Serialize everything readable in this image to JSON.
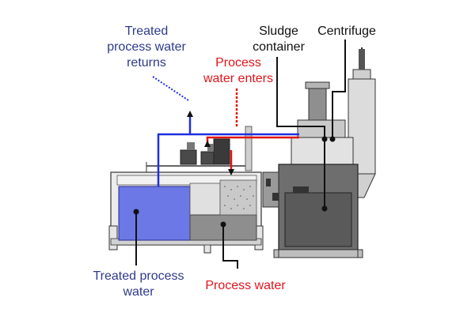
{
  "labels": {
    "treated_returns_line1": "Treated",
    "treated_returns_line2": "process water",
    "treated_returns_line3": "returns",
    "process_enters_line1": "Process",
    "process_enters_line2": "water enters",
    "sludge_line1": "Sludge",
    "sludge_line2": "container",
    "centrifuge": "Centrifuge",
    "treated_water_line1": "Treated process",
    "treated_water_line2": "water",
    "process_water": "Process water"
  },
  "colors": {
    "blue_label": "#2e3a8c",
    "red_label": "#e0151b",
    "black_label": "#111111",
    "treated_water_fill": "#6b78e6",
    "pipe_blue": "#1f2fe0",
    "pipe_red": "#e01515",
    "machine_gray": "#9a9a9a",
    "machine_dark": "#5a5a5a",
    "cabinet_light": "#dcdcdc"
  }
}
